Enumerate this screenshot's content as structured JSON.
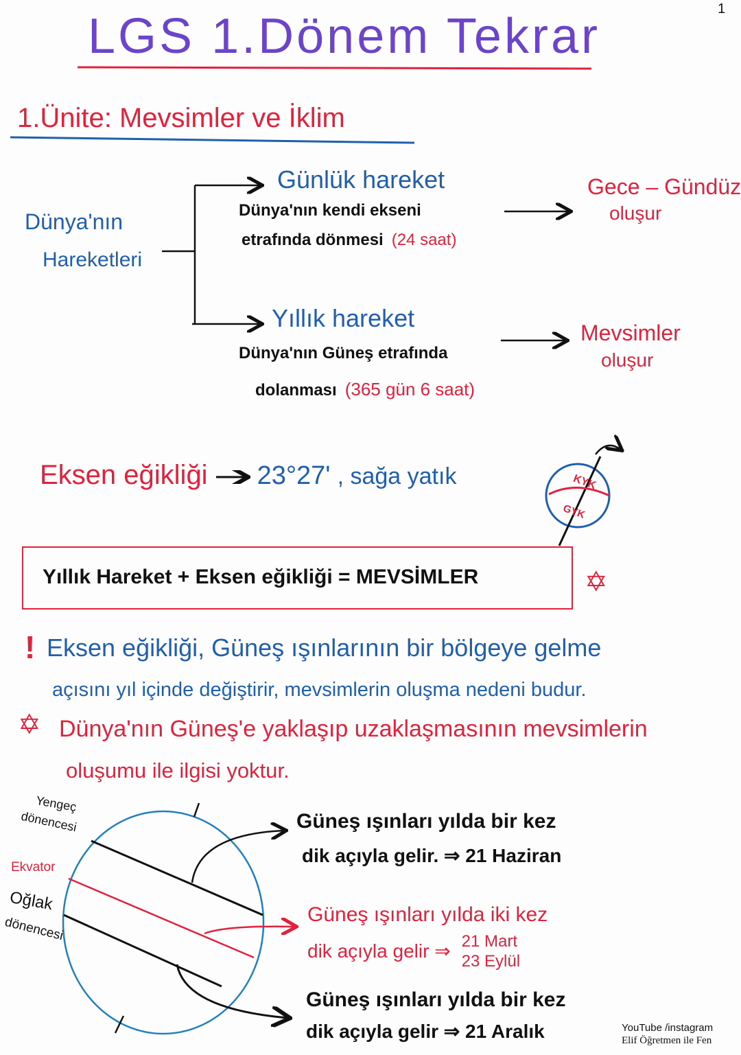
{
  "page_number": "1",
  "title": "LGS 1.Dönem Tekrar",
  "unit_heading": "1.Ünite: Mevsimler ve İklim",
  "movements": {
    "root": [
      "Dünya'nın",
      "Hareketleri"
    ],
    "daily": {
      "name": "Günlük hareket",
      "desc": [
        "Dünya'nın kendi ekseni",
        "etrafında dönmesi"
      ],
      "duration": "(24 saat)",
      "result": [
        "Gece – Gündüz",
        "oluşur"
      ]
    },
    "yearly": {
      "name": "Yıllık hareket",
      "desc": [
        "Dünya'nın Güneş etrafında",
        "dolanması"
      ],
      "duration": "(365 gün 6 saat)",
      "result": [
        "Mevsimler",
        "oluşur"
      ]
    }
  },
  "tilt": {
    "label": "Eksen eğikliği",
    "value": "23°27'",
    "note": ", sağa yatık",
    "globe_labels": [
      "KYK",
      "GYK"
    ]
  },
  "formula": "Yıllık Hareket + Eksen eğikliği = MEVSİMLER",
  "notes": [
    {
      "marker": "!",
      "lines": [
        "Eksen eğikliği, Güneş ışınlarının bir bölgeye gelme",
        "açısını yıl içinde değiştirir, mevsimlerin oluşma nedeni budur."
      ]
    },
    {
      "marker": "✡",
      "lines": [
        "Dünya'nın Güneş'e yaklaşıp uzaklaşmasının mevsimlerin",
        "oluşumu ile ilgisi yoktur."
      ]
    }
  ],
  "diagram": {
    "labels": {
      "cancer": [
        "Yengeç",
        "dönencesi"
      ],
      "equator": "Ekvator",
      "capricorn": [
        "Oğlak",
        "dönencesi"
      ]
    },
    "facts": [
      {
        "lines": [
          "Güneş ışınları yılda bir kez",
          "dik açıyla gelir. ⇒ 21 Haziran"
        ]
      },
      {
        "lines": [
          "Güneş ışınları yılda iki kez",
          "dik açıyla gelir ⇒"
        ],
        "dates": [
          "21 Mart",
          "23 Eylül"
        ]
      },
      {
        "lines": [
          "Güneş ışınları yılda bir kez",
          "dik açıyla gelir ⇒ 21 Aralık"
        ]
      }
    ]
  },
  "watermark": [
    "YouTube /instagram",
    "Elif Öğretmen ile Fen"
  ],
  "colors": {
    "title": "#6b44c9",
    "blue": "#1f5fae",
    "red": "#e2223d",
    "black": "#111111"
  }
}
